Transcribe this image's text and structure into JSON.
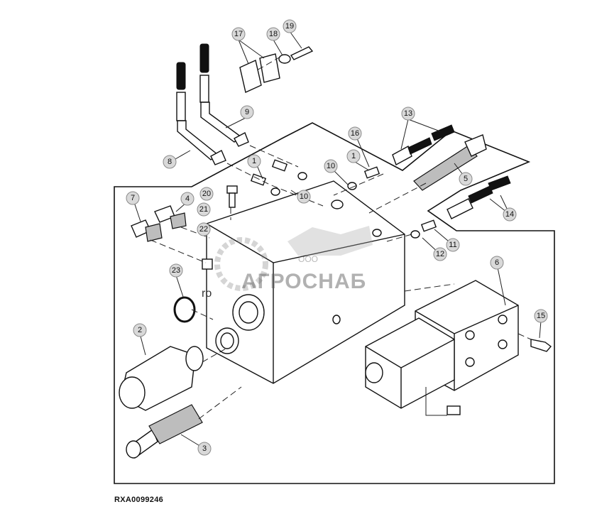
{
  "figure": {
    "reference_code": "RXA0099246"
  },
  "callouts": [
    {
      "id": "c17",
      "label": "17"
    },
    {
      "id": "c18",
      "label": "18"
    },
    {
      "id": "c19",
      "label": "19"
    },
    {
      "id": "c9",
      "label": "9"
    },
    {
      "id": "c8",
      "label": "8"
    },
    {
      "id": "c16",
      "label": "16"
    },
    {
      "id": "c13",
      "label": "13"
    },
    {
      "id": "c1a",
      "label": "1"
    },
    {
      "id": "c1b",
      "label": "1"
    },
    {
      "id": "c10a",
      "label": "10"
    },
    {
      "id": "c10b",
      "label": "10"
    },
    {
      "id": "c5",
      "label": "5"
    },
    {
      "id": "c20",
      "label": "20"
    },
    {
      "id": "c21",
      "label": "21"
    },
    {
      "id": "c22",
      "label": "22"
    },
    {
      "id": "c7",
      "label": "7"
    },
    {
      "id": "c4",
      "label": "4"
    },
    {
      "id": "c14",
      "label": "14"
    },
    {
      "id": "c11",
      "label": "11"
    },
    {
      "id": "c12",
      "label": "12"
    },
    {
      "id": "c23",
      "label": "23"
    },
    {
      "id": "c6",
      "label": "6"
    },
    {
      "id": "c15",
      "label": "15"
    },
    {
      "id": "c2",
      "label": "2"
    },
    {
      "id": "c3",
      "label": "3"
    }
  ],
  "watermark": {
    "company": "ООО",
    "brand": "АГРОСНАБ"
  },
  "block_partial_label": "ro"
}
